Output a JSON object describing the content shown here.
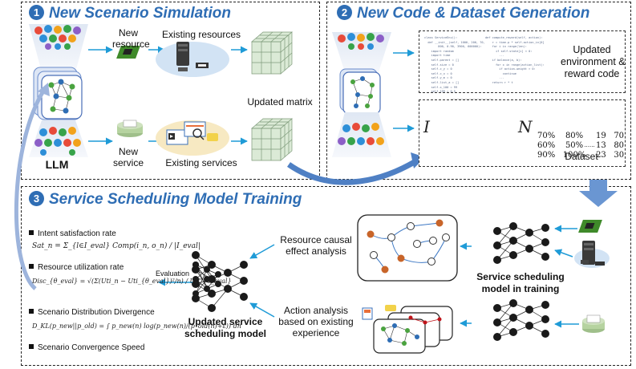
{
  "panels": {
    "p1": {
      "num": "1",
      "title": "New Scenario Simulation"
    },
    "p2": {
      "num": "2",
      "title": "New Code & Dataset Generation"
    },
    "p3": {
      "num": "3",
      "title": "Service Scheduling Model Training"
    }
  },
  "p1": {
    "new_resource": [
      "New",
      "resource"
    ],
    "existing_resources": "Existing resources",
    "updated_matrix": "Updated matrix",
    "llm": "LLM",
    "new_service": [
      "New",
      "service"
    ],
    "existing_services": "Existing services"
  },
  "p2": {
    "updated_code": [
      "Updated",
      "environment &",
      "reward code"
    ],
    "input_symbol": "I",
    "output_symbol": "N",
    "dataset_label": "Dataset",
    "matrix_rows": [
      "70%    80%     19   70",
      "60%    50%     13   80",
      "90%   100%    23   30"
    ],
    "matrix_dots": "......"
  },
  "p3": {
    "metrics": [
      "Intent satisfaction rate",
      "Resource utilization rate",
      "Scenario Distribution Divergence",
      "Scenario Convergence Speed"
    ],
    "formulas": [
      "Sat_n = Σ_{l∈I_eval} Comp(i_n, o_n) / |I_eval|",
      "Disc_{θ_eval} = √(Σ(Uti_n − Uti_{θ_eval})²/n) / Uti_{θ_eval}",
      "D_KL(p_new||p_old) = ∫ p_new(n) log(p_new(n)/(p_old(n)+ε)) dn"
    ],
    "evaluation": "Evaluation",
    "updated_model": [
      "Updated service",
      "scheduling model"
    ],
    "resource_causal": [
      "Resource causal",
      "effect analysis"
    ],
    "action_analysis": [
      "Action analysis",
      "based on existing",
      "experience"
    ],
    "training_model": [
      "Service scheduling",
      "model in training"
    ]
  },
  "colors": {
    "accent": "#2e6db4",
    "arrow": "#1f9bd7",
    "red": "#c0141a"
  }
}
